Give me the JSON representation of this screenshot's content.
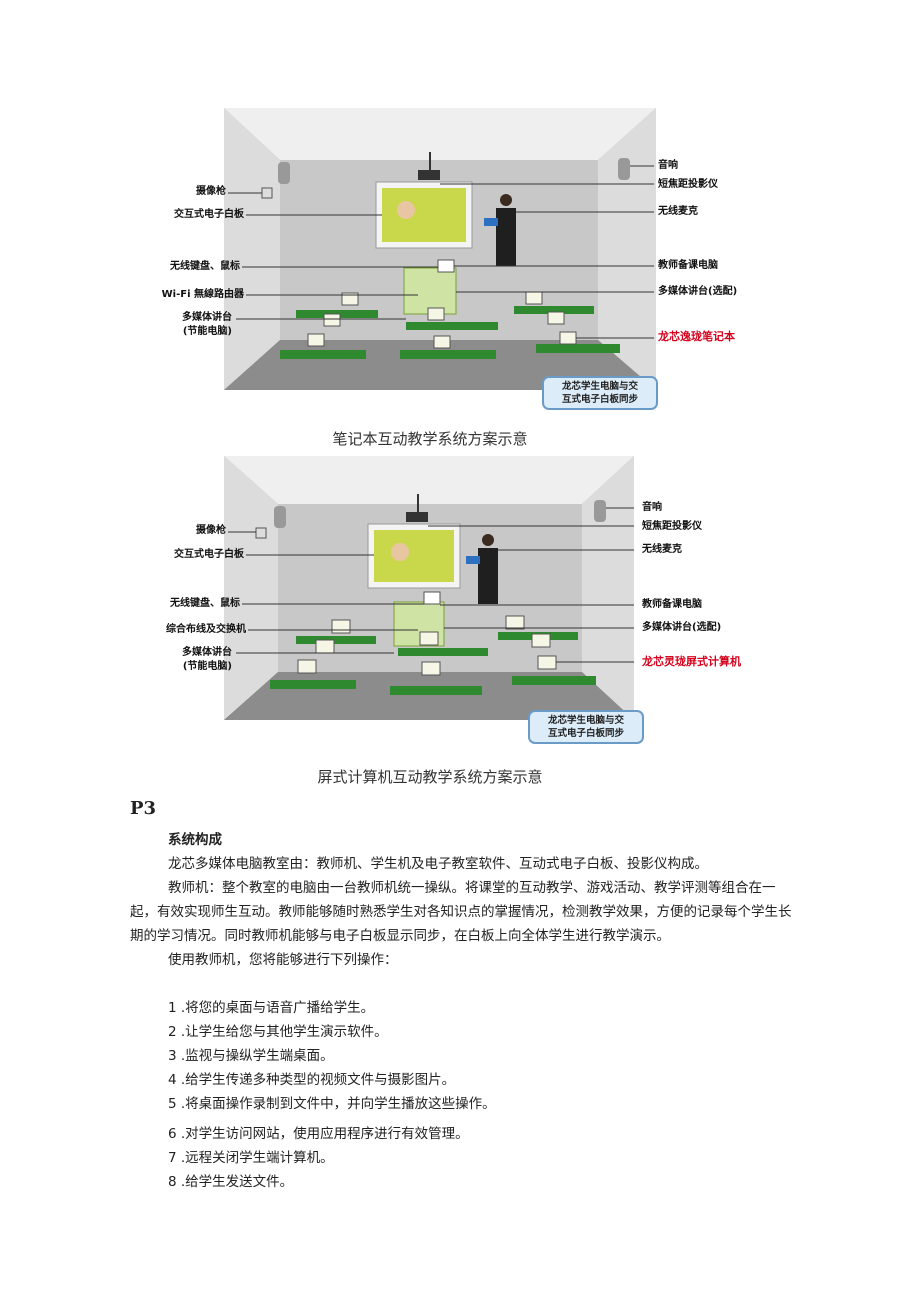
{
  "figures": [
    {
      "caption": "笔记本互动教学系统方案示意",
      "left_labels": [
        "摄像枪",
        "交互式电子白板",
        "无线键盘、鼠标",
        "Wi-Fi 無線路由器",
        "多媒体讲台",
        "(节能电脑)"
      ],
      "right_labels": [
        "音响",
        "短焦距投影仪",
        "无线麦克",
        "教师备课电脑",
        "多媒体讲台(选配)"
      ],
      "highlight_label": "龙芯逸珑笔记本",
      "bubble": [
        "龙芯学生电脑与交",
        "互式电子白板同步"
      ]
    },
    {
      "caption": "屏式计算机互动教学系统方案示意",
      "left_labels": [
        "摄像枪",
        "交互式电子白板",
        "无线键盘、鼠标",
        "综合布线及交换机",
        "多媒体讲台",
        "(节能电脑)"
      ],
      "right_labels": [
        "音响",
        "短焦距投影仪",
        "无线麦克",
        "教师备课电脑",
        "多媒体讲台(选配)"
      ],
      "highlight_label": "龙芯灵珑屏式计算机",
      "bubble": [
        "龙芯学生电脑与交",
        "互式电子白板同步"
      ]
    }
  ],
  "page_marker": "P3",
  "section_title": "系统构成",
  "intro": "龙芯多媒体电脑教室由：教师机、学生机及电子教室软件、互动式电子白板、投影仪构成。",
  "teacher_paragraph": "教师机：整个教室的电脑由一台教师机统一操纵。将课堂的互动教学、游戏活动、教学评测等组合在一起，有效实现师生互动。教师能够随时熟悉学生对各知识点的掌握情况，检测教学效果，方便的记录每个学生长期的学习情况。同时教师机能够与电子白板显示同步，在白板上向全体学生进行教学演示。",
  "list_intro": "使用教师机，您将能够进行下列操作：",
  "items": [
    "1 .将您的桌面与语音广播给学生。",
    "2 .让学生给您与其他学生演示软件。",
    "3 .监视与操纵学生端桌面。",
    "4 .给学生传递多种类型的视频文件与摄影图片。",
    "5 .将桌面操作录制到文件中，并向学生播放这些操作。",
    "6 .对学生访问网站，使用应用程序进行有效管理。",
    "7 .远程关闭学生端计算机。",
    "8 .给学生发送文件。"
  ],
  "colors": {
    "wall": "#cfcfcf",
    "floor": "#8a8a8a",
    "desk": "#2f8a2f",
    "whiteboard": "#c9d84a",
    "highlight": "#d6001c"
  }
}
